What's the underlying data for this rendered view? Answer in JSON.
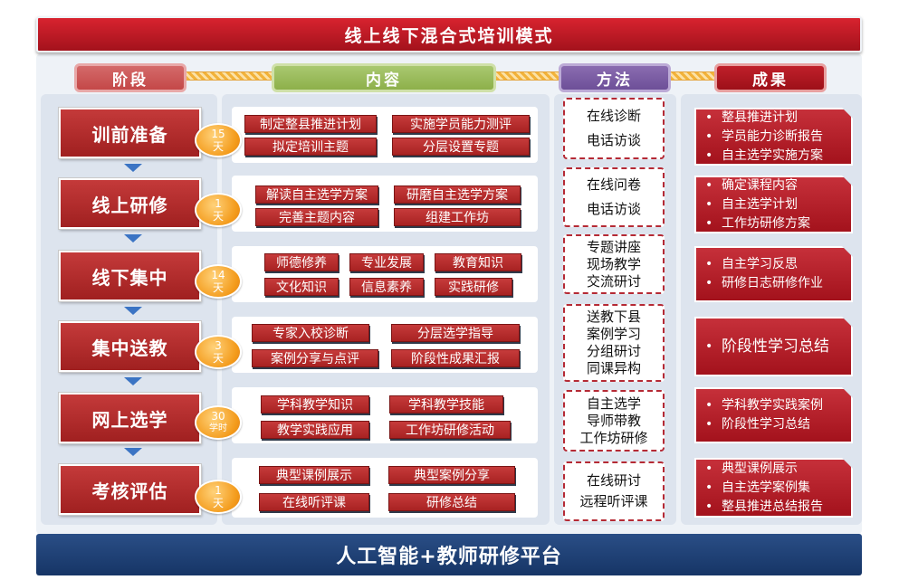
{
  "title": "线上线下混合式培训模式",
  "platform": "人工智能+教师研修平台",
  "headers": {
    "stage": "阶段",
    "content": "内容",
    "method": "方法",
    "result": "成果"
  },
  "stages": [
    {
      "name": "训前准备",
      "duration": [
        "15",
        "天"
      ],
      "contents": [
        "制定整县推进计划",
        "实施学员能力测评",
        "拟定培训主题",
        "分层设置专题"
      ],
      "methods": [
        "在线诊断",
        "电话访谈"
      ],
      "results": [
        "整县推进计划",
        "学员能力诊断报告",
        "自主选学实施方案"
      ]
    },
    {
      "name": "线上研修",
      "duration": [
        "1",
        "天"
      ],
      "contents": [
        "解读自主选学方案",
        "研磨自主选学方案",
        "完善主题内容",
        "组建工作坊"
      ],
      "methods": [
        "在线问卷",
        "电话访谈"
      ],
      "results": [
        "确定课程内容",
        "自主选学计划",
        "工作坊研修方案"
      ]
    },
    {
      "name": "线下集中",
      "duration": [
        "14",
        "天"
      ],
      "contents": [
        "师德修养",
        "专业发展",
        "教育知识",
        "文化知识",
        "信息素养",
        "实践研修"
      ],
      "methods": [
        "专题讲座",
        "现场教学",
        "交流研讨"
      ],
      "results": [
        "自主学习反思",
        "研修日志研修作业"
      ]
    },
    {
      "name": "集中送教",
      "duration": [
        "3",
        "天"
      ],
      "contents": [
        "专家入校诊断",
        "分层选学指导",
        "案例分享与点评",
        "阶段性成果汇报"
      ],
      "methods": [
        "送教下县",
        "案例学习",
        "分组研讨",
        "同课异构"
      ],
      "results": [
        "阶段性学习总结"
      ]
    },
    {
      "name": "网上选学",
      "duration": [
        "30",
        "学时"
      ],
      "contents": [
        "学科教学知识",
        "学科教学技能",
        "教学实践应用",
        "工作坊研修活动"
      ],
      "methods": [
        "自主选学",
        "导师带教",
        "工作坊研修"
      ],
      "results": [
        "学科教学实践案例",
        "阶段性学习总结"
      ]
    },
    {
      "name": "考核评估",
      "duration": [
        "1",
        "天"
      ],
      "contents": [
        "典型课例展示",
        "典型案例分享",
        "在线听评课",
        "研修总结"
      ],
      "methods": [
        "在线研讨",
        "远程听评课"
      ],
      "results": [
        "典型课例展示",
        "自主选学案例集",
        "整县推进总结报告"
      ]
    }
  ],
  "colors": {
    "banner_red": "#c0202a",
    "stage_red": "#b02a2a",
    "platform_blue": "#1f4378",
    "badge_orange": "#f39a1a",
    "arrow_blue": "#3b74c4"
  }
}
